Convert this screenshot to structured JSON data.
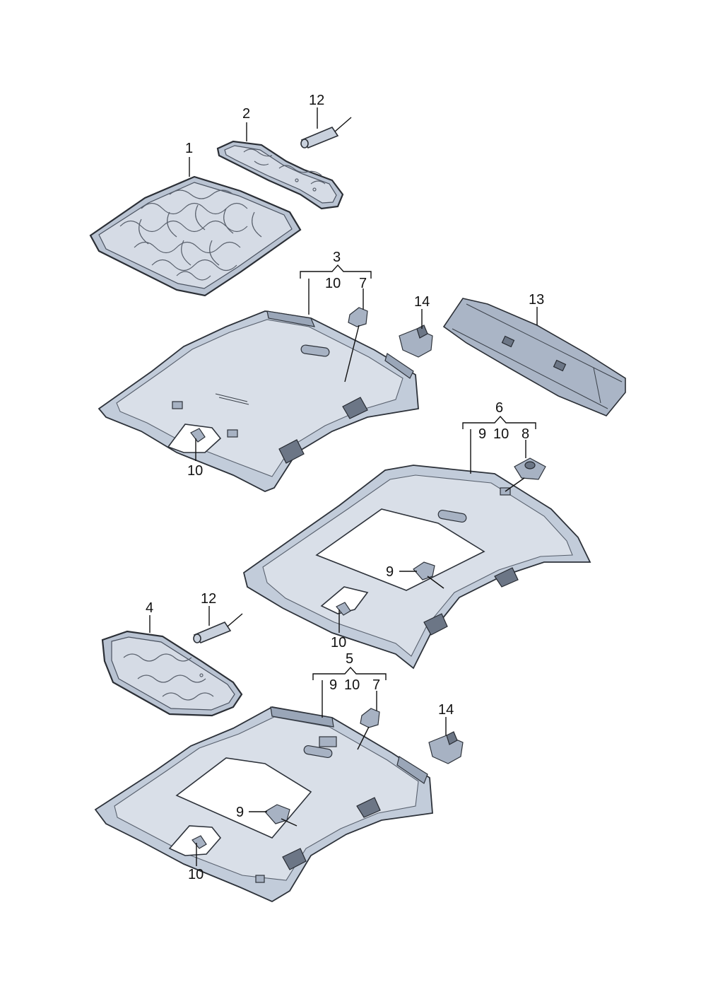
{
  "callouts": {
    "c1": "1",
    "c2": "2",
    "c12a": "12",
    "c3": "3",
    "c3_10": "10",
    "c3_7": "7",
    "c14a": "14",
    "c13": "13",
    "c10a": "10",
    "c6": "6",
    "c6_9": "9",
    "c6_10": "10",
    "c6_8": "8",
    "c9a": "9",
    "c10b": "10",
    "c4": "4",
    "c12b": "12",
    "c5": "5",
    "c5_9": "9",
    "c5_10": "10",
    "c5_7": "7",
    "c14b": "14",
    "c9b": "9",
    "c10c": "10"
  },
  "colors": {
    "line": "#2b2f36",
    "part_fill": "#c2ccda",
    "part_light": "#d9dfe8",
    "part_shade": "#9aa6b8"
  }
}
